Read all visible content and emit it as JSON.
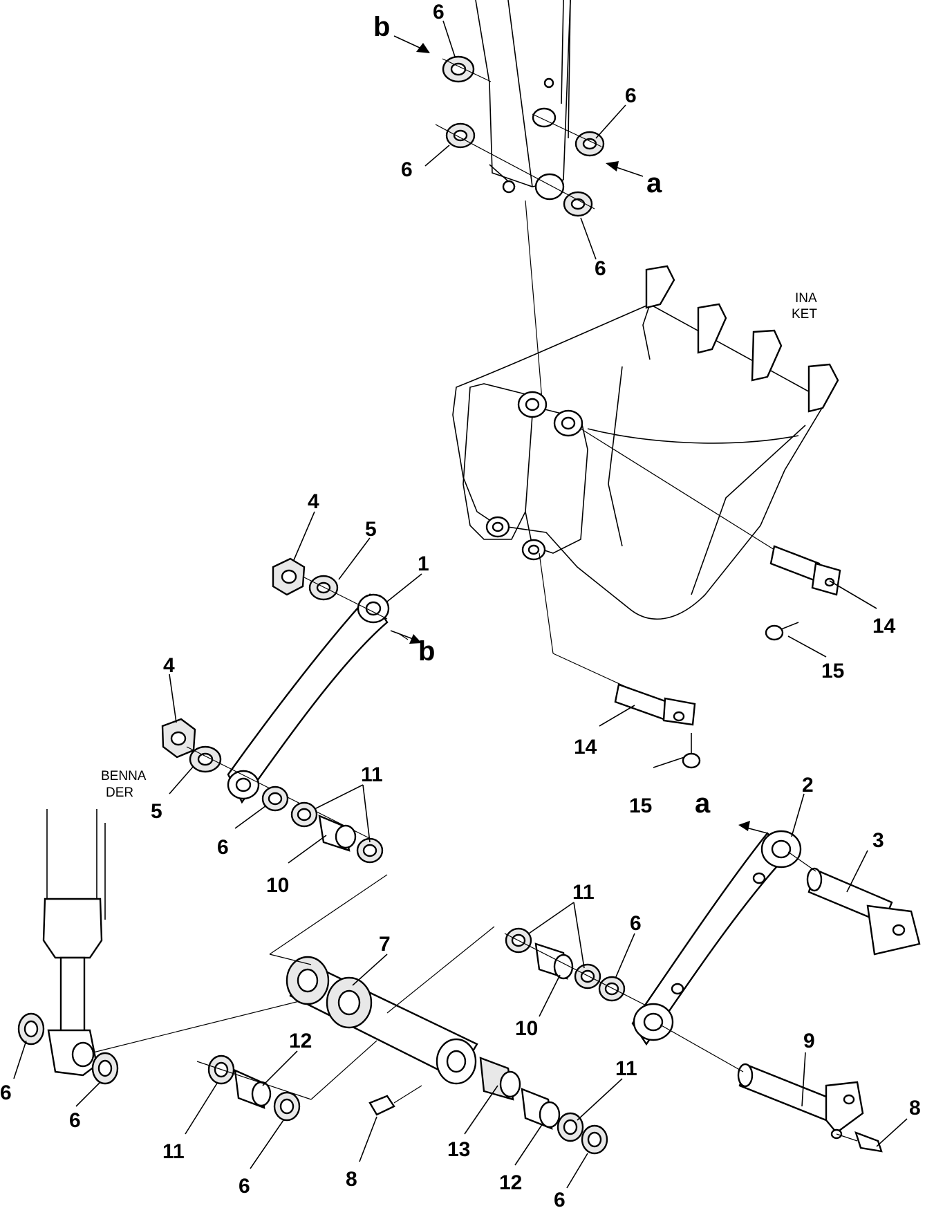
{
  "diagram": {
    "callouts": {
      "c_6_top": "6",
      "c_6_rt": "6",
      "c_6_lf": "6",
      "c_6_bt": "6",
      "c_4_a": "4",
      "c_5_a": "5",
      "c_1": "1",
      "c_4_b": "4",
      "c_5_b": "5",
      "c_11_a": "11",
      "c_6_c": "6",
      "c_10_a": "10",
      "c_14_a": "14",
      "c_15_a": "15",
      "c_14_b": "14",
      "c_15_b": "15",
      "c_2": "2",
      "c_3": "3",
      "c_7": "7",
      "c_11_b": "11",
      "c_6_d": "6",
      "c_10_b": "10",
      "c_9": "9",
      "c_12_a": "12",
      "c_11_c": "11",
      "c_6_e": "6",
      "c_8_a": "8",
      "c_13": "13",
      "c_12_b": "12",
      "c_11_d": "11",
      "c_6_f": "6",
      "c_8_b": "8",
      "c_6_g": "6",
      "c_6_h": "6"
    },
    "letters": {
      "b_top": "b",
      "a_right": "a",
      "b_link": "b",
      "a_lower": "a"
    },
    "notes": {
      "bucket_1": "INA",
      "bucket_2": "KET",
      "cyl_1": "BENNA",
      "cyl_2": "DER"
    }
  }
}
